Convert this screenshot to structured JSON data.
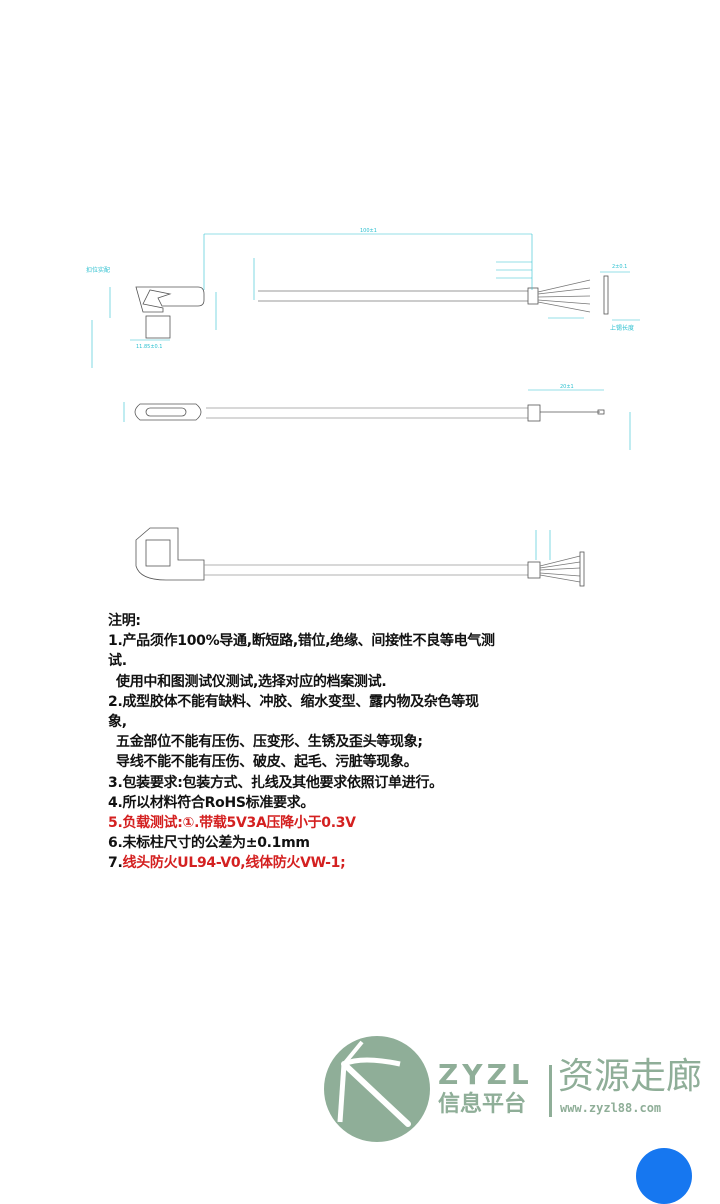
{
  "drawing": {
    "dims": {
      "overall_length": "100±1",
      "strip_length": "20±1",
      "width": "11.85±0.1",
      "pitch": "2±0.1",
      "callout_top": "扣位实配",
      "label_bottom": "上锡长度"
    }
  },
  "notes": {
    "title": "注明:",
    "lines": [
      "1.产品须作100%导通,断短路,错位,绝缘、间接性不良等电气测",
      "试.",
      "使用中和图测试仪测试,选择对应的档案测试.",
      "2.成型胶体不能有缺料、冲胶、缩水变型、露内物及杂色等现",
      "象,",
      "五金部位不能有压伤、压变形、生锈及歪头等现象;",
      "导线不能不能有压伤、破皮、起毛、污脏等现象。",
      "3.包装要求:包装方式、扎线及其他要求依照订单进行。",
      "4.所以材料符合RoHS标准要求。",
      "5.负载测试:①.带载5V3A压降小于0.3V",
      "6.未标柱尺寸的公差为±0.1mm"
    ],
    "line7_prefix": "7.",
    "line7_red": "线头防火UL94-V0,线体防火VW-1;"
  },
  "watermark": {
    "brand": "ZYZL",
    "subtitle": "信息平台",
    "name": "资源走廊",
    "url": "www.zyzl88.com"
  },
  "colors": {
    "accent_red": "#d42020",
    "dim_cyan": "#2cc0d0",
    "logo_green": "#8fae98",
    "fab_blue": "#1677f0"
  }
}
